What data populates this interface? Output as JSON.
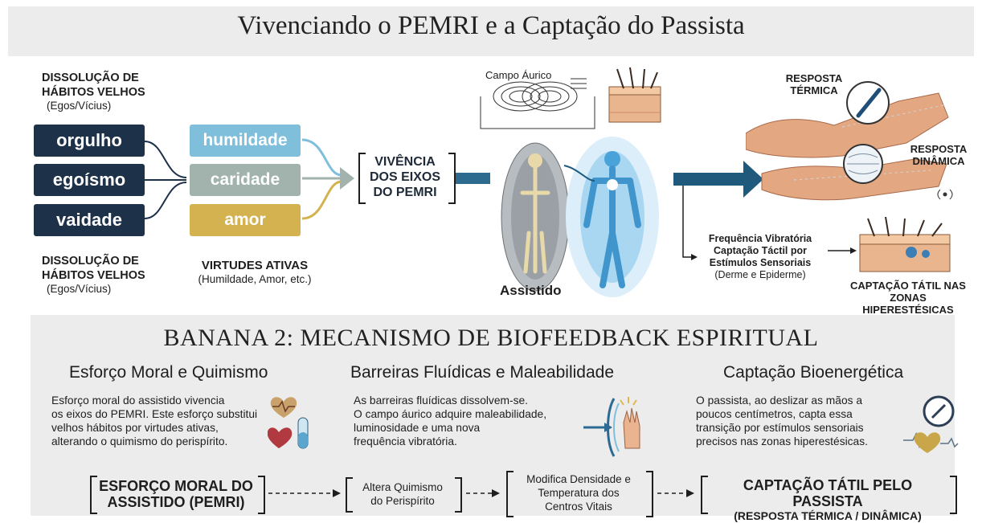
{
  "title": "Vivenciando o PEMRI e a Captação do Passista",
  "dissolution_top": {
    "heading_1": "DISSOLUÇÃO DE",
    "heading_2": "HÁBITOS VELHOS",
    "sub": "(Egos/Vícius)"
  },
  "dissolution_bottom": {
    "heading_1": "DISSOLUÇÃO DE",
    "heading_2": "HÁBITOS VELHOS",
    "sub": "(Egos/Vícius)"
  },
  "vices": [
    "orgulho",
    "egoísmo",
    "vaidade"
  ],
  "virtues": [
    "humildade",
    "caridade",
    "amor"
  ],
  "virtues_caption": {
    "heading": "VIRTUDES ATIVAS",
    "sub": "(Humildade, Amor, etc.)"
  },
  "vivencia": [
    "VIVÊNCIA",
    "DOS EIXOS",
    "DO PEMRI"
  ],
  "campo_aurico": "Campo Áurico",
  "assistido": "Assistido",
  "resposta_termica": [
    "RESPOSTA",
    "TÉRMICA"
  ],
  "resposta_dinamica": [
    "RESPOSTA",
    "DINÂMICA"
  ],
  "frequencia": [
    "Frequência Vibratória",
    "Captação Táctil por",
    "Estímulos Sensoriais",
    "(Derme e Epiderme)"
  ],
  "captacao_zonas": [
    "CAPTAÇÃO TÁTIL NAS",
    "ZONAS HIPERESTÉSICAS"
  ],
  "subtitle": "BANANA 2: MECANISMO DE BIOFEEDBACK ESPIRITUAL",
  "columns": [
    {
      "title": "Esforço Moral e Quimismo",
      "lines": [
        "Esforço moral do assistido vivencia",
        "os eixos do PEMRI. Este esforço substitui",
        "velhos hábitos por virtudes ativas,",
        "alterando o quimismo do perispírito."
      ]
    },
    {
      "title": "Barreiras Fluídicas e Maleabilidade",
      "lines": [
        "As barreiras fluídicas dissolvem-se.",
        "O campo áurico adquire maleabilidade,",
        "luminosidade e uma nova",
        "frequência vibratória."
      ]
    },
    {
      "title": "Captação Bioenergética",
      "lines": [
        "O passista, ao deslizar as mãos a",
        "poucos centímetros, capta essa",
        "transição por estímulos sensoriais",
        "precisos nas zonas hiperestésicas."
      ]
    }
  ],
  "flow": {
    "step1": [
      "ESFORÇO MORAL DO",
      "ASSISTIDO (PEMRI)"
    ],
    "step2": [
      "Altera Quimismo",
      "do Perispírito"
    ],
    "step3": [
      "Modifica Densidade e",
      "Temperatura dos",
      "Centros Vitais"
    ],
    "step4": [
      "CAPTAÇÃO TÁTIL PELO PASSISTA",
      "(RESPOSTA TÉRMICA / DINÂMICA)"
    ]
  },
  "colors": {
    "navy": "#1d3149",
    "humildade": "#7fbfdc",
    "caridade": "#a2b3ae",
    "amor": "#d4b24f",
    "arrow": "#1f5a7d",
    "band": "#ececec"
  }
}
